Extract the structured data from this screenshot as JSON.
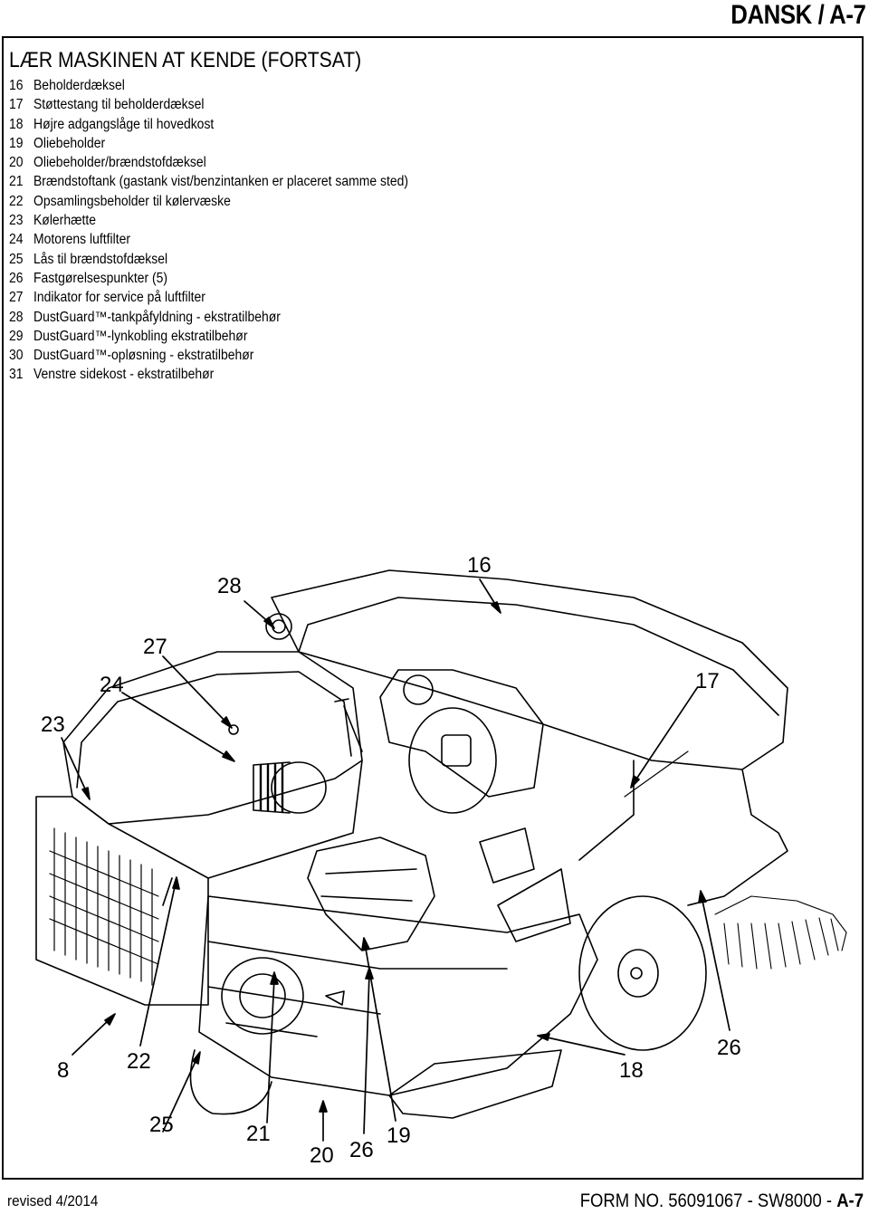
{
  "header": {
    "language_page": "DANSK / A-7"
  },
  "section": {
    "title": "LÆR MASKINEN AT KENDE (FORTSAT)"
  },
  "parts": [
    {
      "num": "16",
      "text": "Beholderdæksel"
    },
    {
      "num": "17",
      "text": "Støttestang til beholderdæksel"
    },
    {
      "num": "18",
      "text": "Højre adgangslåge til hovedkost"
    },
    {
      "num": "19",
      "text": "Oliebeholder"
    },
    {
      "num": "20",
      "text": "Oliebeholder/brændstofdæksel"
    },
    {
      "num": "21",
      "text": "Brændstoftank (gastank vist/benzintanken er placeret samme sted)"
    },
    {
      "num": "22",
      "text": "Opsamlingsbeholder til kølervæske"
    },
    {
      "num": "23",
      "text": "Kølerhætte"
    },
    {
      "num": "24",
      "text": "Motorens luftfilter"
    },
    {
      "num": "25",
      "text": "Lås til brændstofdæksel"
    },
    {
      "num": "26",
      "text": "Fastgørelsespunkter (5)"
    },
    {
      "num": "27",
      "text": "Indikator for service på luftfilter"
    },
    {
      "num": "28",
      "text": "DustGuard™-tankpåfyldning - ekstratilbehør"
    },
    {
      "num": "29",
      "text": "DustGuard™-lynkobling ekstratilbehør"
    },
    {
      "num": "30",
      "text": "DustGuard™-opløsning - ekstratilbehør"
    },
    {
      "num": "31",
      "text": "Venstre sidekost - ekstratilbehør"
    }
  ],
  "callouts": {
    "c28": "28",
    "c16": "16",
    "c27": "27",
    "c24": "24",
    "c17": "17",
    "c23": "23",
    "c8": "8",
    "c22": "22",
    "c18": "18",
    "c26a": "26",
    "c25": "25",
    "c21": "21",
    "c20": "20",
    "c26b": "26",
    "c19": "19"
  },
  "footer": {
    "revision": "revised 4/2014",
    "form": "FORM NO. 56091067 - SW8000 - ",
    "page": "A-7"
  }
}
